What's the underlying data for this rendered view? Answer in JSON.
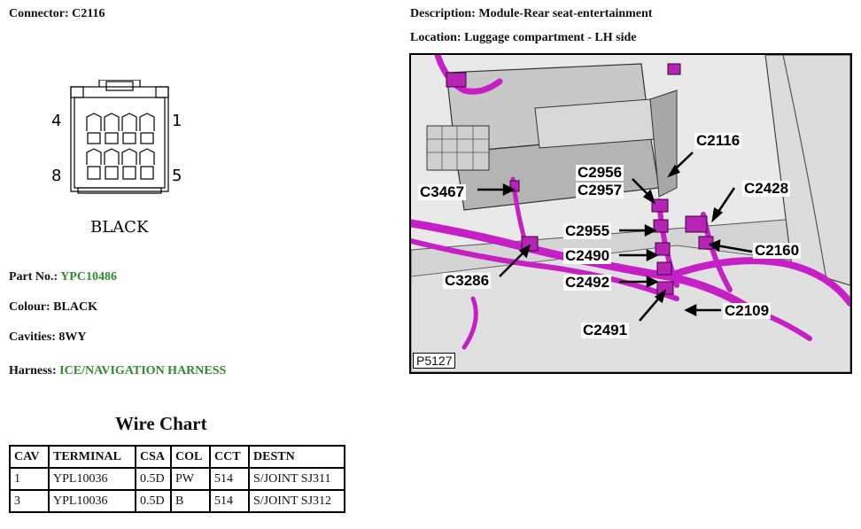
{
  "connector": {
    "label": "Connector:",
    "value": "C2116"
  },
  "connector_pins": {
    "top_left": "4",
    "top_right": "1",
    "bottom_left": "8",
    "bottom_right": "5"
  },
  "connector_color_caption": "BLACK",
  "part_no": {
    "label": "Part No.:",
    "value": "YPC10486"
  },
  "colour": {
    "label": "Colour:",
    "value": "BLACK"
  },
  "cavities": {
    "label": "Cavities:",
    "value": "8WY"
  },
  "harness": {
    "label": "Harness:",
    "value": "ICE/NAVIGATION HARNESS"
  },
  "description": {
    "label": "Description:",
    "value": "Module-Rear seat-entertainment"
  },
  "location": {
    "label": "Location:",
    "value": "Luggage compartment - LH side"
  },
  "wire_chart": {
    "title": "Wire Chart",
    "headers": [
      "CAV",
      "TERMINAL",
      "CSA",
      "COL",
      "CCT",
      "DESTN"
    ],
    "rows": [
      [
        "1",
        "YPL10036",
        "0.5D",
        "PW",
        "514",
        "S/JOINT SJ311"
      ],
      [
        "3",
        "YPL10036",
        "0.5D",
        "B",
        "514",
        "S/JOINT SJ312"
      ]
    ]
  },
  "photo": {
    "ref": "P5127",
    "callouts": [
      "C2116",
      "C2956",
      "C2957",
      "C2428",
      "C3467",
      "C2955",
      "C2160",
      "C2490",
      "C3286",
      "C2492",
      "C2109",
      "C2491"
    ]
  },
  "colors": {
    "harness": "#c51fc5",
    "green_text": "#2e8b2e"
  }
}
